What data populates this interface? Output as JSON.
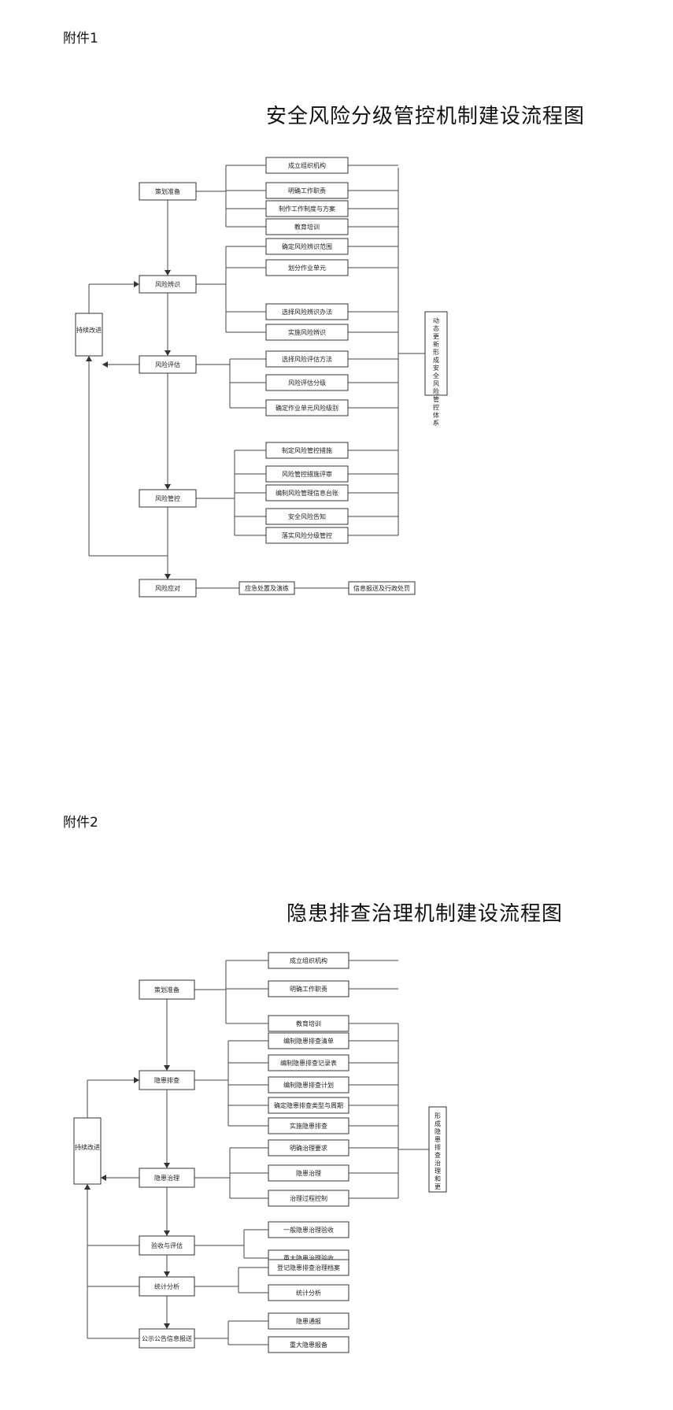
{
  "section1": {
    "label": "附件1",
    "title": "安全风险分级管控机制建设流程图",
    "main": [
      "策划准备",
      "风险辨识",
      "风险评估",
      "风险管控",
      "风险应对"
    ],
    "side": "持续改进",
    "right": "动态更新 形成安全风险管控体系",
    "planning": [
      "成立组织机构",
      "明确工作职责",
      "制作工作制度与方案",
      "教育培训"
    ],
    "identify": [
      "确定风险辨识范围",
      "划分作业单元",
      "选择风险辨识办法",
      "实施风险辨识"
    ],
    "assess": [
      "选择风险评估方法",
      "风险评估分级",
      "确定作业单元风险级别"
    ],
    "control": [
      "制定风险管控措施",
      "风险管控措施评审",
      "编制风险管理信息台账",
      "安全风险告知",
      "落实风险分级管控"
    ],
    "respond": [
      "应急处置及演练",
      "信息报送及行政处罚"
    ]
  },
  "section2": {
    "label": "附件2",
    "title": "隐患排查治理机制建设流程图",
    "main": [
      "策划准备",
      "隐患排查",
      "隐患治理",
      "验收与评估",
      "统计分析",
      "公示公告信息报送"
    ],
    "side": "持续改进",
    "right": "形成隐患排查治理和更",
    "planning": [
      "成立组织机构",
      "明确工作职责",
      "教育培训"
    ],
    "check": [
      "编制隐患排查清单",
      "编制隐患排查记录表",
      "编制隐患排查计划",
      "确定隐患排查类型与周期",
      "实施隐患排查"
    ],
    "govern": [
      "明确治理要求",
      "隐患治理",
      "治理过程控制"
    ],
    "accept": [
      "一般隐患治理验收",
      "重大隐患治理验收"
    ],
    "stats": [
      "登记隐患排查治理档案",
      "统计分析"
    ],
    "report": [
      "隐患通报",
      "重大隐患报备"
    ]
  }
}
